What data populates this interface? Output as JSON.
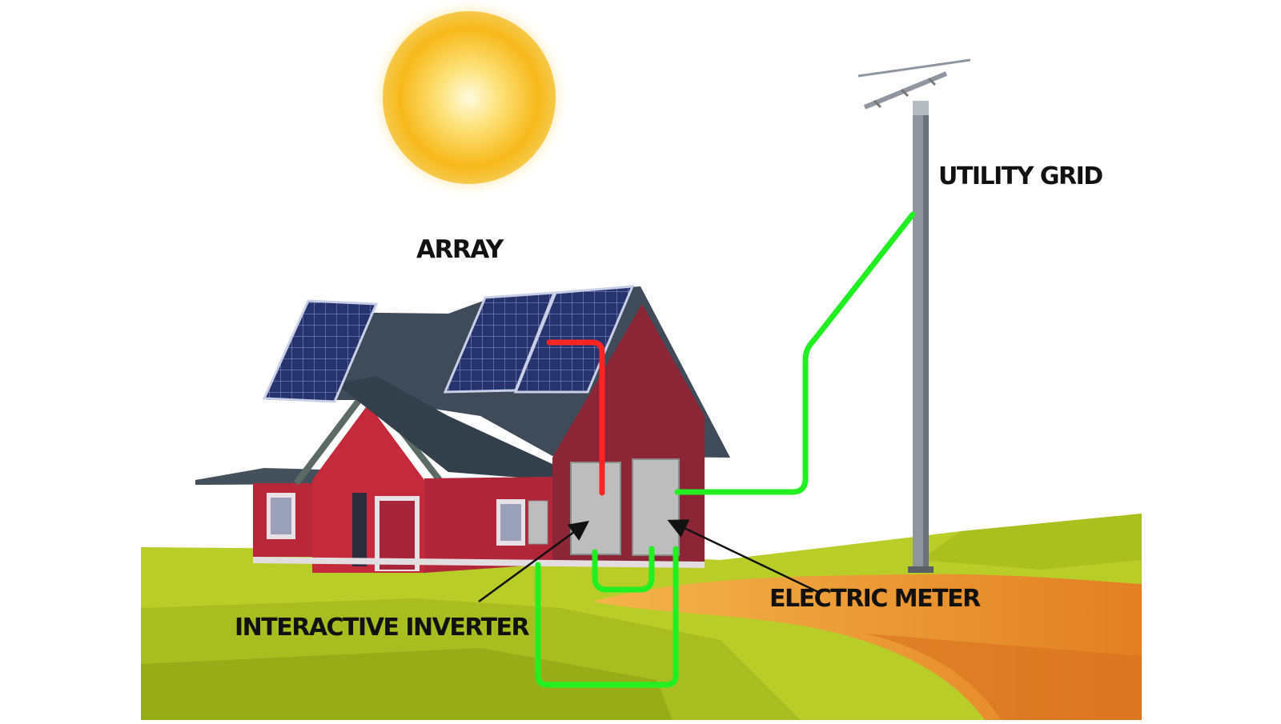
{
  "labels": {
    "array": "ARRAY",
    "utility_grid": "UTILITY GRID",
    "electric_meter": "ELECTRIC METER",
    "interactive_inverter": "INTERACTIVE INVERTER"
  },
  "colors": {
    "dc_wire": "#ff2a2a",
    "ac_wire": "#22ee22",
    "sun": "#f9c81f",
    "wall": "#b4283a",
    "side_wall": "#8c2535",
    "roof": "#3d4a57",
    "panel": "#25336b",
    "grass": "#b7cb2a",
    "path": "#e58f2a",
    "pole": "#8e939c",
    "box": "#bdbdbd"
  },
  "icons": {
    "sun": "sun-icon",
    "house": "house-icon",
    "pole": "utility-pole-icon"
  }
}
